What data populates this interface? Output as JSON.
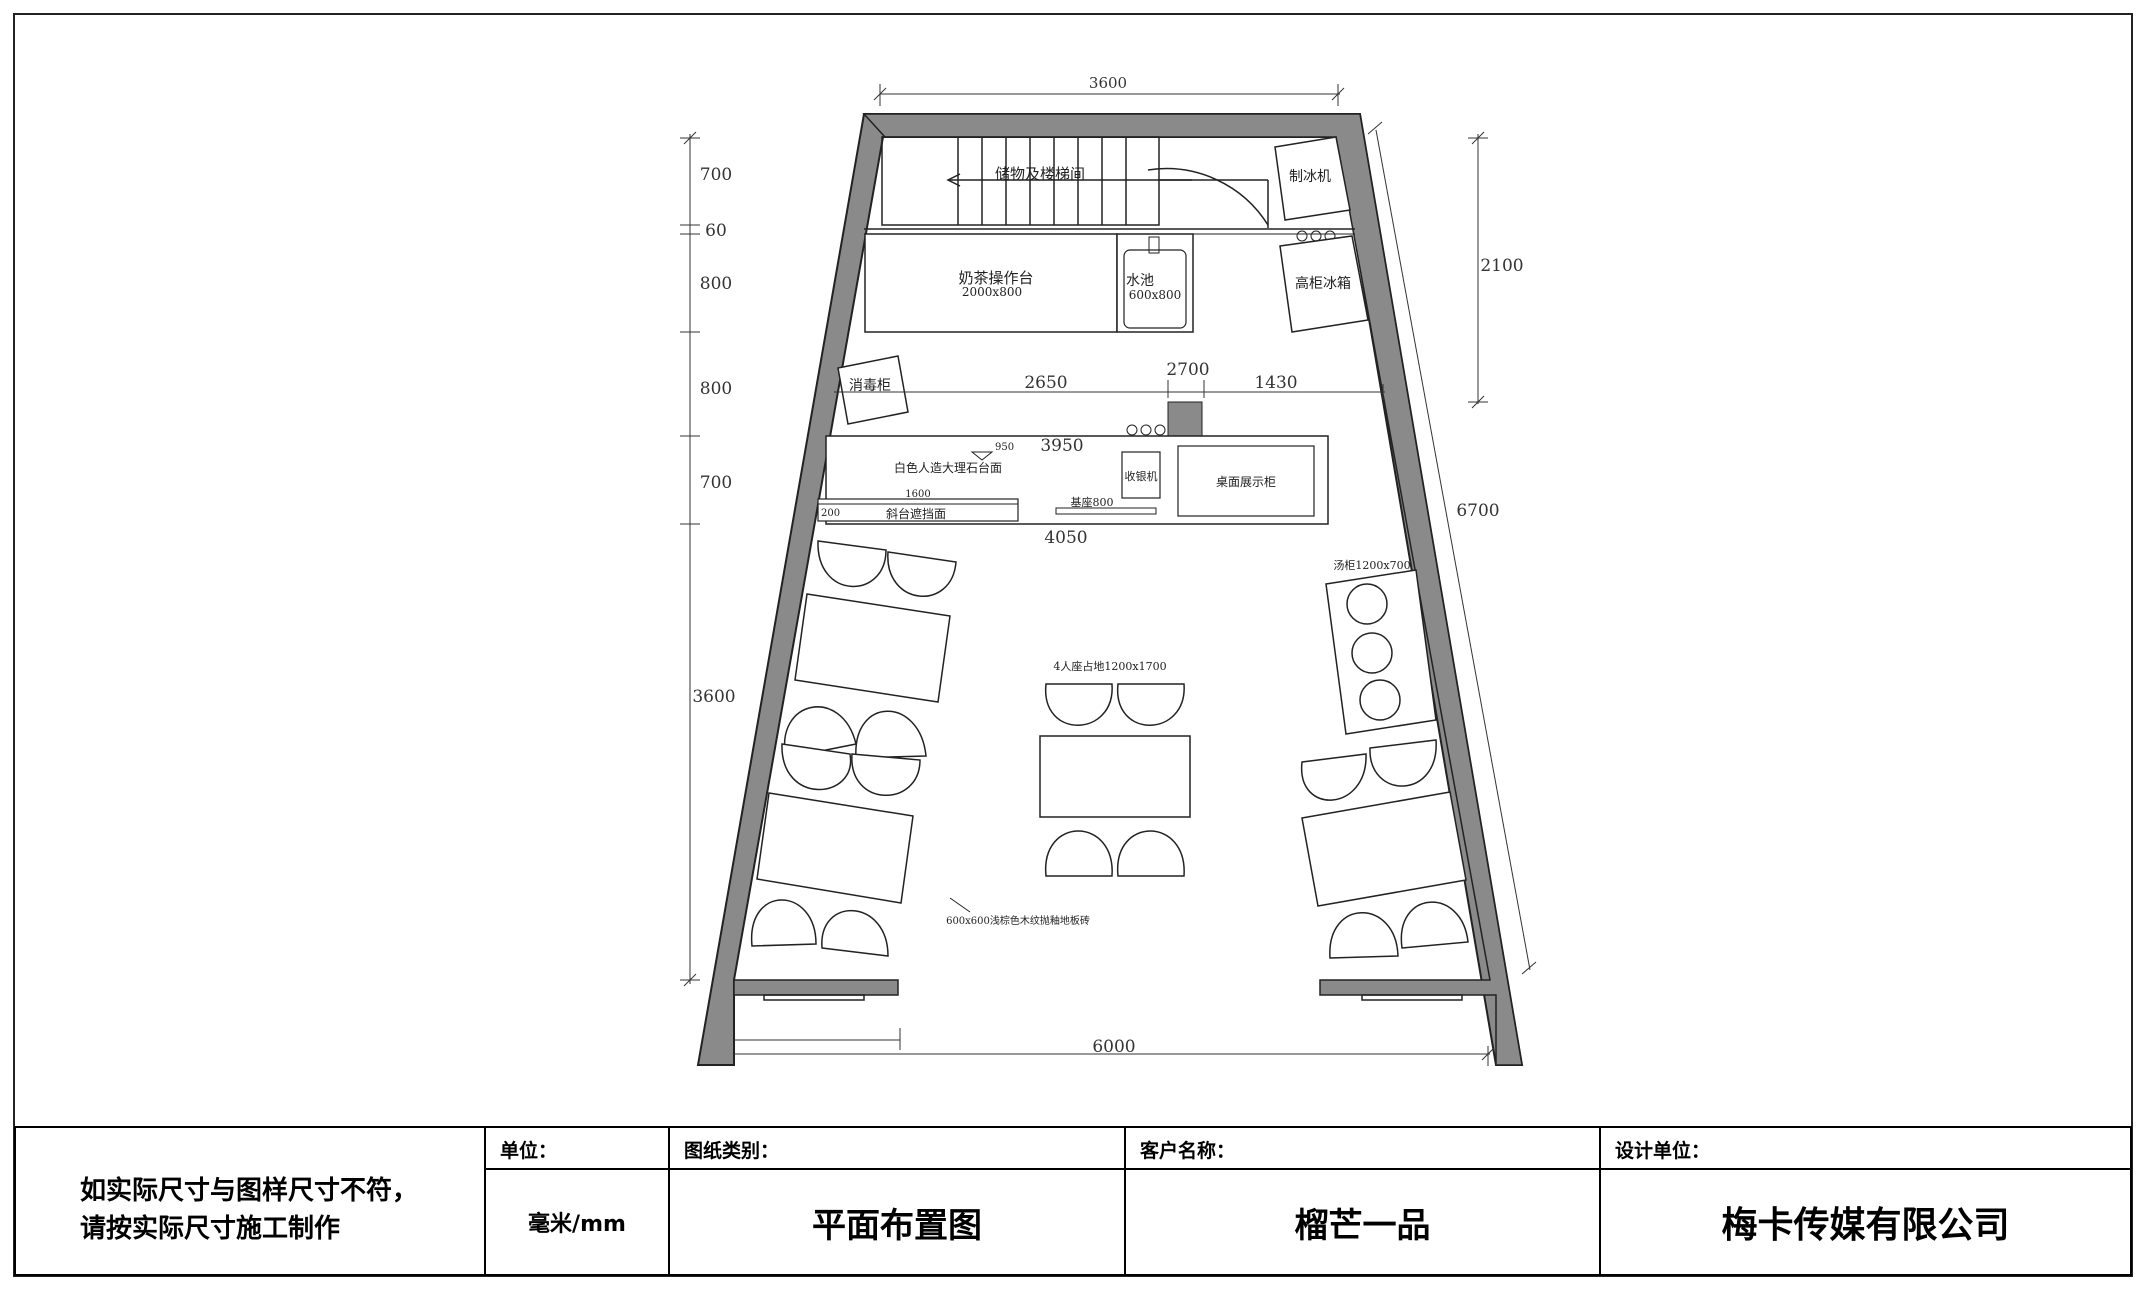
{
  "plan": {
    "labels": {
      "storage": "储物及楼梯间",
      "ice_machine": "制冰机",
      "tea_counter": "奶茶操作台",
      "tea_counter_size": "2000x800",
      "sink": "水池",
      "sink_size": "600x800",
      "fridge": "高柜冰箱",
      "sterilizer": "消毒柜",
      "marble": "白色人造大理石台面",
      "cashier": "收银机",
      "display": "桌面展示柜",
      "slope_panel": "斜台遮挡面",
      "subfloor": "基座800",
      "soup_cabinet": "汤柜1200x700",
      "four_seat": "4人座占地1200x1700",
      "floor_tile": "600x600浅棕色木纹抛釉地板砖",
      "marker_950": "950",
      "marker_1600": "1600",
      "marker_200": "200"
    },
    "dims": {
      "top_width": "3600",
      "right_2100": "2100",
      "right_6700": "6700",
      "left_700a": "700",
      "left_60": "60",
      "left_800a": "800",
      "left_800b": "800",
      "left_700b": "700",
      "left_3600": "3600",
      "mid_2650": "2650",
      "mid_2700": "2700",
      "mid_1430": "1430",
      "counter_3950": "3950",
      "counter_4050": "4050",
      "bottom_6000": "6000"
    }
  },
  "titleblock": {
    "note_line1": "如实际尺寸与图样尺寸不符，",
    "note_line2": "请按实际尺寸施工制作",
    "unit_label": "单位：",
    "unit_value": "毫米/mm",
    "category_label": "图纸类别：",
    "category_value": "平面布置图",
    "client_label": "客户名称：",
    "client_value": "榴芒一品",
    "designer_label": "设计单位：",
    "designer_value": "梅卡传媒有限公司"
  }
}
